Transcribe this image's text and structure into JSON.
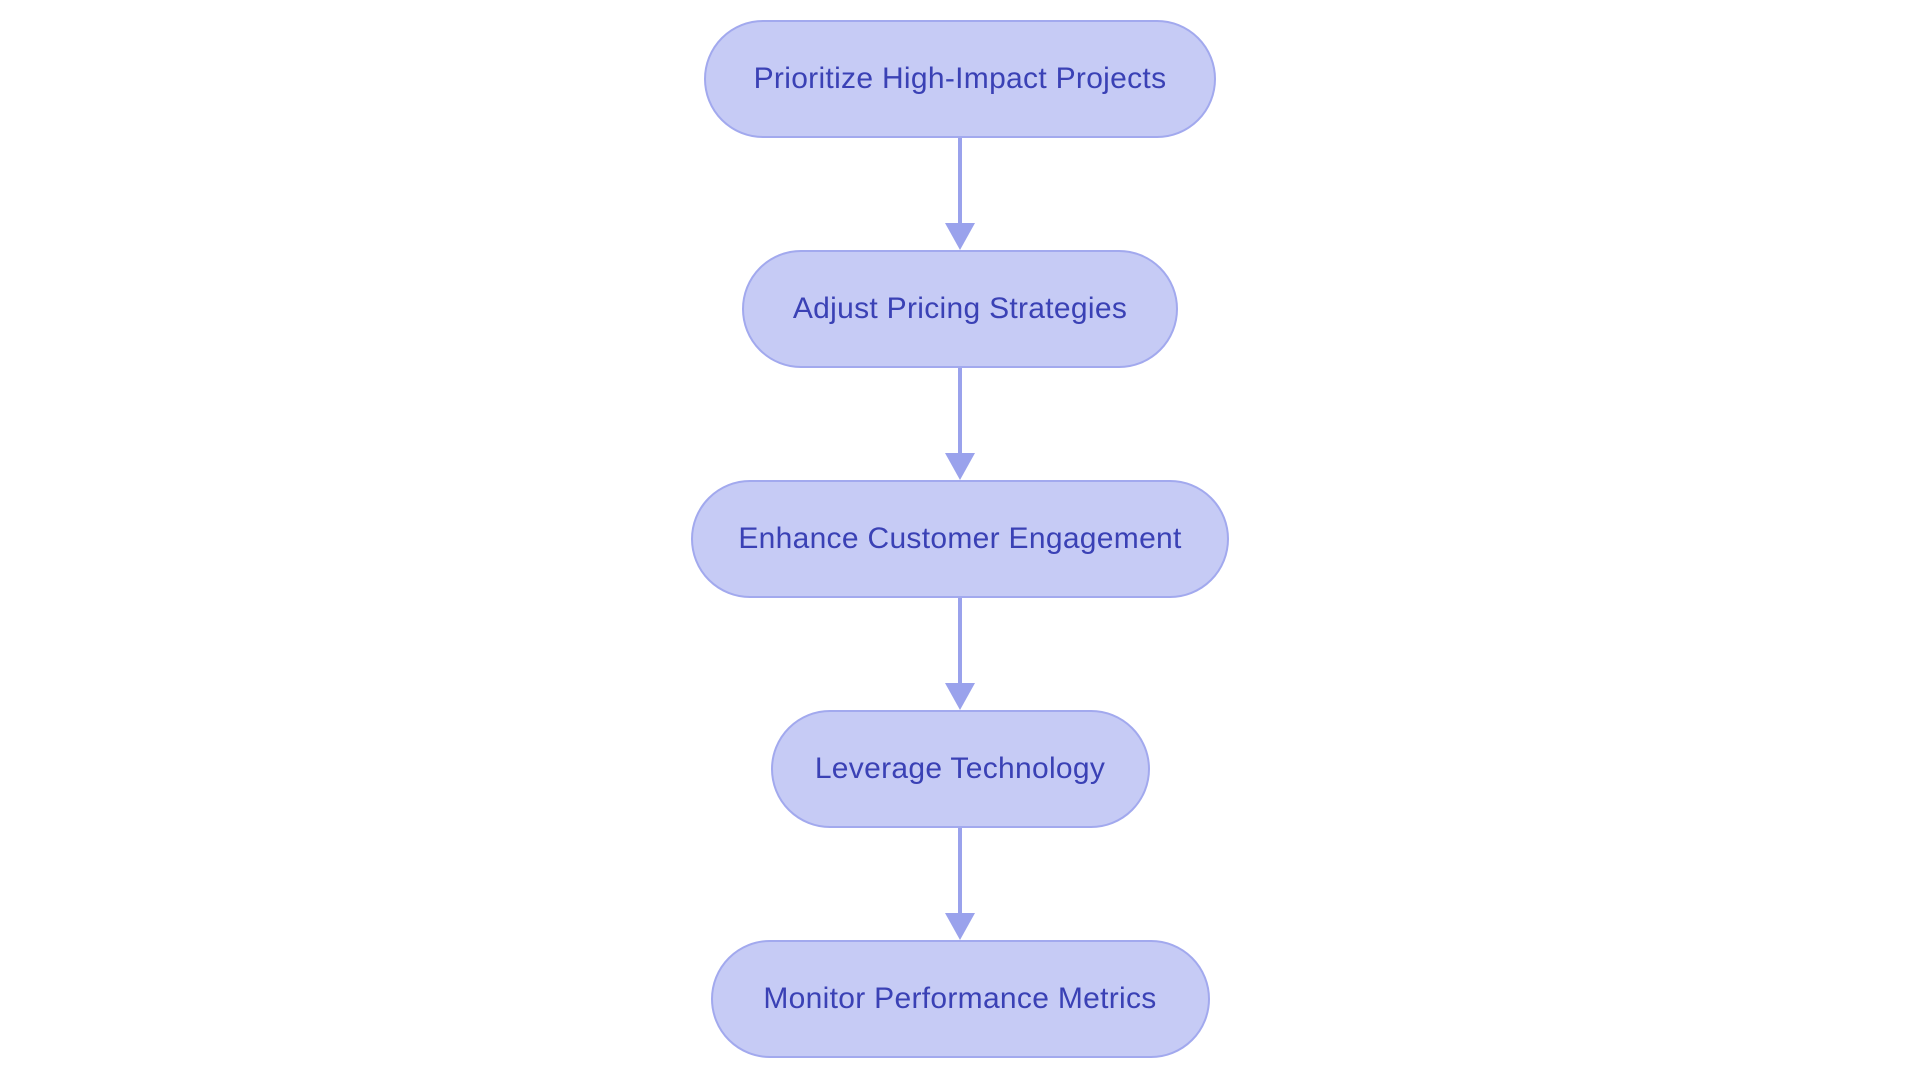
{
  "diagram": {
    "type": "flowchart",
    "direction": "top-down",
    "nodes": [
      {
        "id": "n1",
        "label": "Prioritize High-Impact Projects"
      },
      {
        "id": "n2",
        "label": "Adjust Pricing Strategies"
      },
      {
        "id": "n3",
        "label": "Enhance Customer Engagement"
      },
      {
        "id": "n4",
        "label": "Leverage Technology"
      },
      {
        "id": "n5",
        "label": "Monitor Performance Metrics"
      }
    ],
    "edges": [
      {
        "from": "n1",
        "to": "n2"
      },
      {
        "from": "n2",
        "to": "n3"
      },
      {
        "from": "n3",
        "to": "n4"
      },
      {
        "from": "n4",
        "to": "n5"
      }
    ],
    "colors": {
      "background": "#ffffff",
      "node_fill": "#c6cbf5",
      "node_border": "#a2a9ee",
      "node_text": "#3a41b5",
      "arrow": "#9aa2ec"
    }
  }
}
